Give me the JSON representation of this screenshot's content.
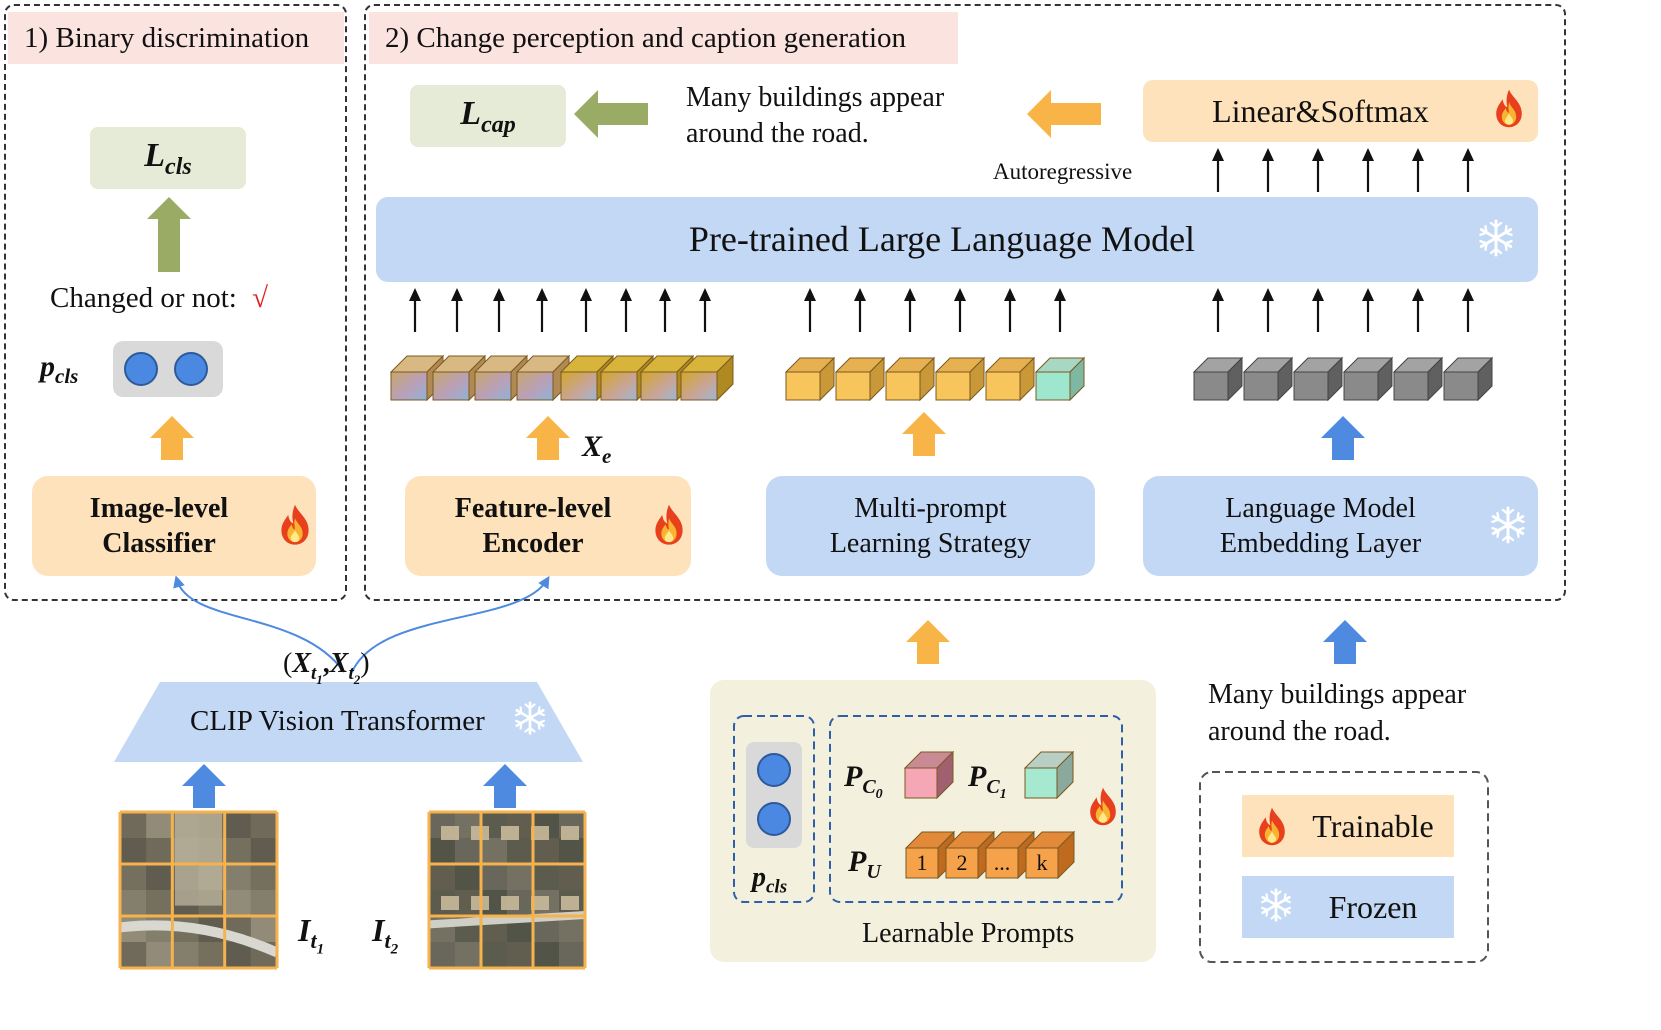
{
  "panels": {
    "binary_title": "1) Binary discrimination",
    "change_title": "2) Change perception and caption generation"
  },
  "left": {
    "loss_main": "L",
    "loss_sub": "cls",
    "changed_text": "Changed or not:",
    "check_mark": "√",
    "pcls_main": "p",
    "pcls_sub": "cls",
    "classifier_line1": "Image-level",
    "classifier_line2": "Classifier"
  },
  "top": {
    "loss_main": "L",
    "loss_sub": "cap",
    "caption_line1": "Many buildings appear",
    "caption_line2": "around the road.",
    "linear_softmax": "Linear&Softmax",
    "autoregressive": "Autoregressive",
    "llm": "Pre-trained Large Language Model"
  },
  "modules": {
    "encoder_line1": "Feature-level",
    "encoder_line2": "Encoder",
    "xe_main": "X",
    "xe_sub": "e",
    "prompt_line1": "Multi-prompt",
    "prompt_line2": "Learning Strategy",
    "embed_line1": "Language Model",
    "embed_line2": "Embedding Layer"
  },
  "bottom": {
    "clip": "CLIP Vision Transformer",
    "x_open": "(",
    "x_main": "X",
    "x_sub": "t",
    "x_idx1": "1",
    "x_idx2": "2",
    "x_comma": ",",
    "x_close": ")",
    "i_main": "I",
    "i_sub": "t",
    "i_idx1": "1",
    "i_idx2": "2",
    "input_caption_line1": "Many buildings appear",
    "input_caption_line2": "around the road.",
    "learnable_prompts": "Learnable Prompts",
    "pc_main": "P",
    "pc_sub": "C",
    "pc_idx0": "0",
    "pc_idx1": "1",
    "pu_main": "P",
    "pu_sub": "U",
    "pcls_main": "p",
    "pcls_sub": "cls",
    "token_labels": [
      "1",
      "2",
      "...",
      "k"
    ]
  },
  "legend": {
    "trainable": "Trainable",
    "frozen": "Frozen"
  },
  "colors": {
    "panel_header": "#fbe3df",
    "trainable": "#fde2bc",
    "frozen": "#c3d8f5",
    "loss": "#e5ebd7",
    "prompt_panel": "#f3f1dd",
    "blue_arrow": "#4d8ae0",
    "orange_arrow": "#f8b447",
    "green_arrow": "#9aab66",
    "circle": "#4a88e2",
    "check": "#e02020"
  },
  "icons": {
    "fire": "fire-icon",
    "snow": "snowflake-icon"
  }
}
